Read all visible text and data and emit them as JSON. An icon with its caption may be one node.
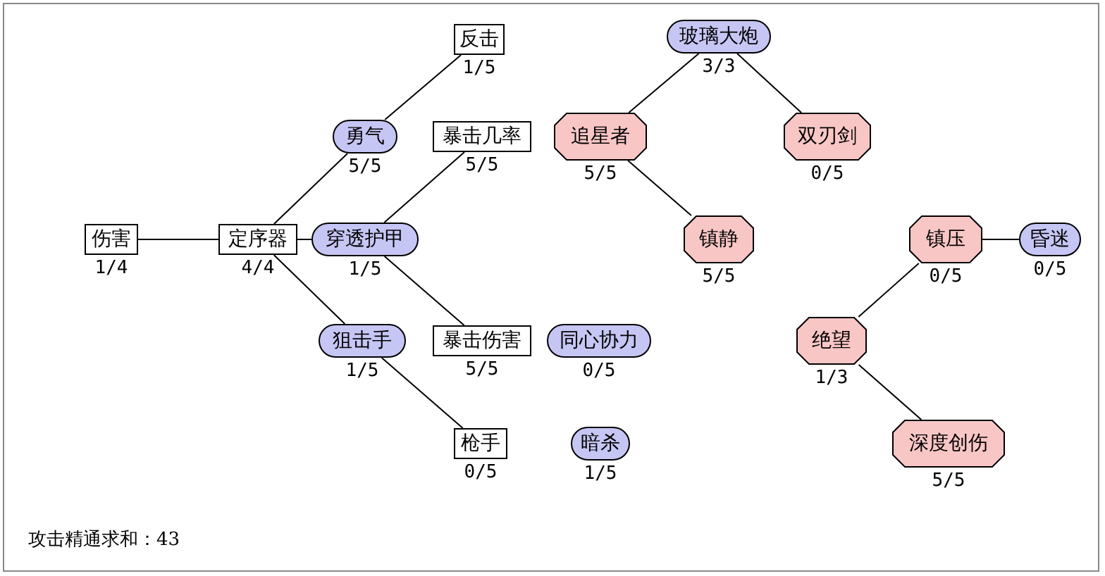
{
  "diagram": {
    "nodes": [
      {
        "text": [
          "伤害"
        ],
        "beside": [
          "1/4"
        ]
      },
      {
        "text": [
          "定序器"
        ],
        "beside": [
          "4/4"
        ]
      },
      {
        "text": [
          "勇气"
        ],
        "beside": [
          "5/5"
        ]
      },
      {
        "text": [
          "反击"
        ],
        "beside": [
          "1/5"
        ]
      },
      {
        "text": [
          "暴击几率"
        ],
        "beside": [
          "5/5"
        ]
      },
      {
        "text": [
          "穿透护甲"
        ],
        "beside": [
          "1/5"
        ]
      },
      {
        "text": [
          "狙击手"
        ],
        "beside": [
          "1/5"
        ]
      },
      {
        "text": [
          "暴击伤害"
        ],
        "beside": [
          "5/5"
        ]
      },
      {
        "text": [
          "枪手"
        ],
        "beside": [
          "0/5"
        ]
      },
      {
        "text": [
          "同心协力"
        ],
        "beside": [
          "0/5"
        ]
      },
      {
        "text": [
          "暗杀"
        ],
        "beside": [
          "1/5"
        ]
      },
      {
        "text": [
          "玻璃大炮"
        ],
        "beside": [
          "3/3"
        ]
      },
      {
        "text": [
          "追星者"
        ],
        "beside": [
          "5/5"
        ]
      },
      {
        "text": [
          "双刃剑"
        ],
        "beside": [
          "0/5"
        ]
      },
      {
        "text": [
          "镇静"
        ],
        "beside": [
          "5/5"
        ]
      },
      {
        "text": [
          "镇压"
        ],
        "beside": [
          "0/5"
        ]
      },
      {
        "text": [
          "昏迷"
        ],
        "beside": [
          "0/5"
        ]
      },
      {
        "text": [
          "绝望"
        ],
        "beside": [
          "1/3"
        ]
      },
      {
        "text": [
          "深度创伤"
        ],
        "beside": [
          "5/5"
        ]
      }
    ],
    "edges": [
      {
        "from": 0,
        "to": 1,
        "arrow": "none"
      },
      {
        "from": 1,
        "to": 5,
        "arrow": "none"
      },
      {
        "from": 1,
        "to": 2,
        "arrow": "none"
      },
      {
        "from": 2,
        "to": 3,
        "arrow": "none"
      },
      {
        "from": 5,
        "to": 4,
        "arrow": "none"
      },
      {
        "from": 1,
        "to": 6,
        "arrow": "none"
      },
      {
        "from": 5,
        "to": 7,
        "arrow": "none"
      },
      {
        "from": 6,
        "to": 8,
        "arrow": "none"
      },
      {
        "from": 11,
        "to": 12,
        "arrow": "none"
      },
      {
        "from": 11,
        "to": 13,
        "arrow": "none"
      },
      {
        "from": 12,
        "to": 14,
        "arrow": "none"
      },
      {
        "from": 15,
        "to": 16,
        "arrow": "none"
      },
      {
        "from": 15,
        "to": 17,
        "arrow": "none"
      },
      {
        "from": 17,
        "to": 18,
        "arrow": "none"
      }
    ],
    "labels": [
      "攻击精通求和：43"
    ]
  }
}
